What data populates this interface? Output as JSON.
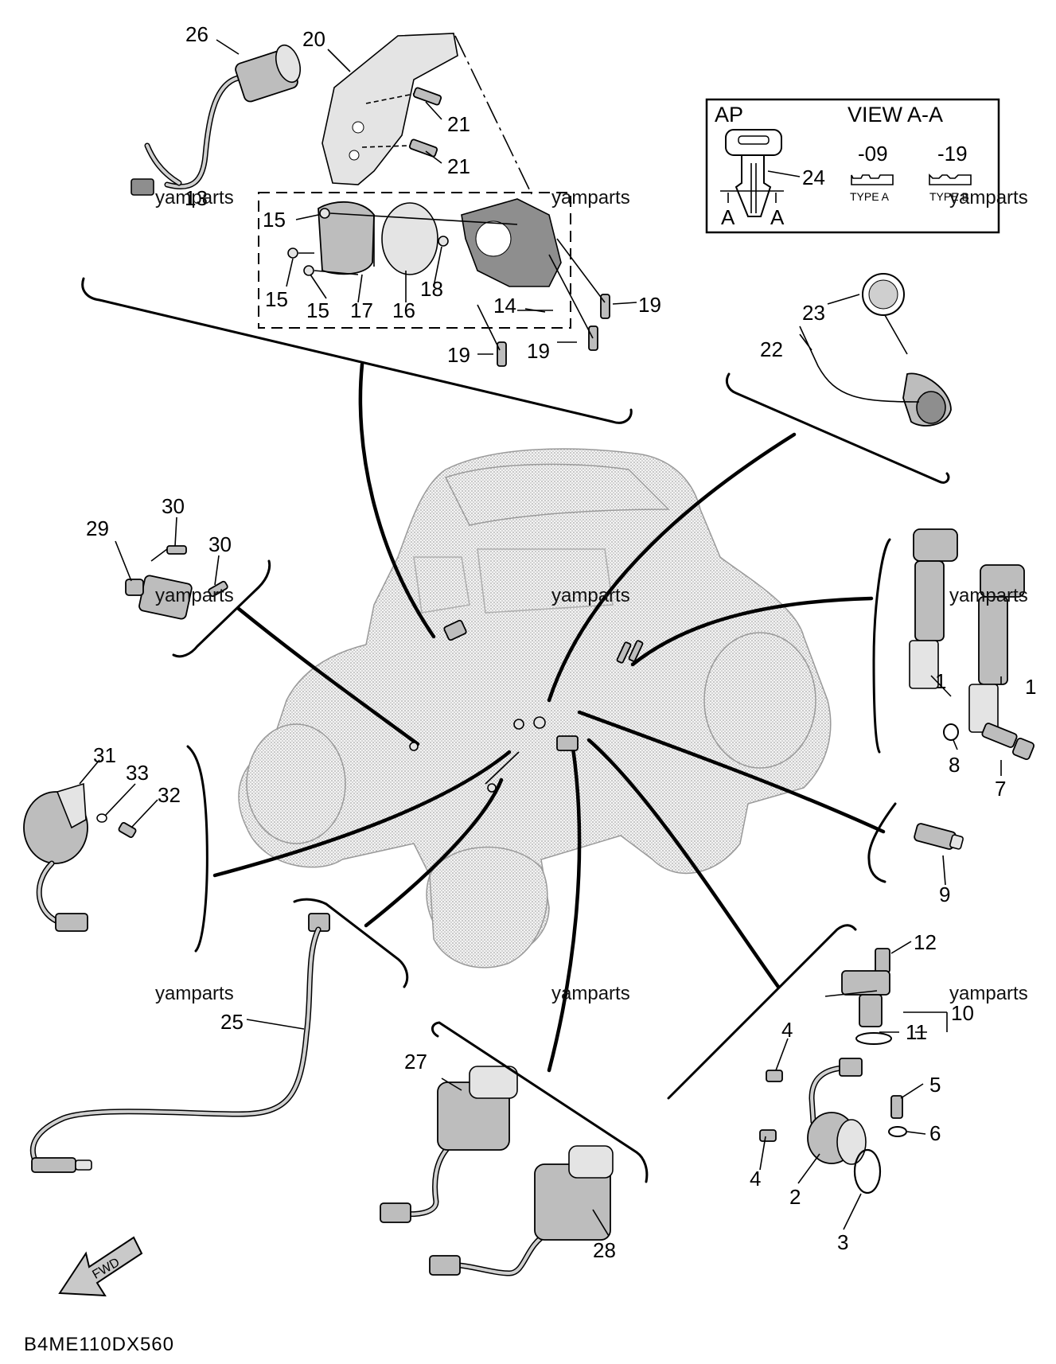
{
  "watermark": "yamparts",
  "diagram_code": "B4ME110DX560",
  "fwd_label": "FWD",
  "legend": {
    "ap": "AP",
    "view": "VIEW A-A",
    "suffix_a": "-09",
    "suffix_b": "-19",
    "type_a": "TYPE A",
    "type_b": "TYPE B",
    "section_a": "A"
  },
  "callouts": {
    "c1": "1",
    "c2": "2",
    "c3": "3",
    "c4": "4",
    "c5": "5",
    "c6": "6",
    "c7": "7",
    "c8": "8",
    "c9": "9",
    "c10": "10",
    "c11": "11",
    "c12": "12",
    "c13": "13",
    "c14": "14",
    "c15": "15",
    "c16": "16",
    "c17": "17",
    "c18": "18",
    "c19": "19",
    "c20": "20",
    "c21": "21",
    "c22": "22",
    "c23": "23",
    "c24": "24",
    "c25": "25",
    "c26": "26",
    "c27": "27",
    "c28": "28",
    "c29": "29",
    "c30": "30",
    "c31": "31",
    "c32": "32",
    "c33": "33"
  }
}
